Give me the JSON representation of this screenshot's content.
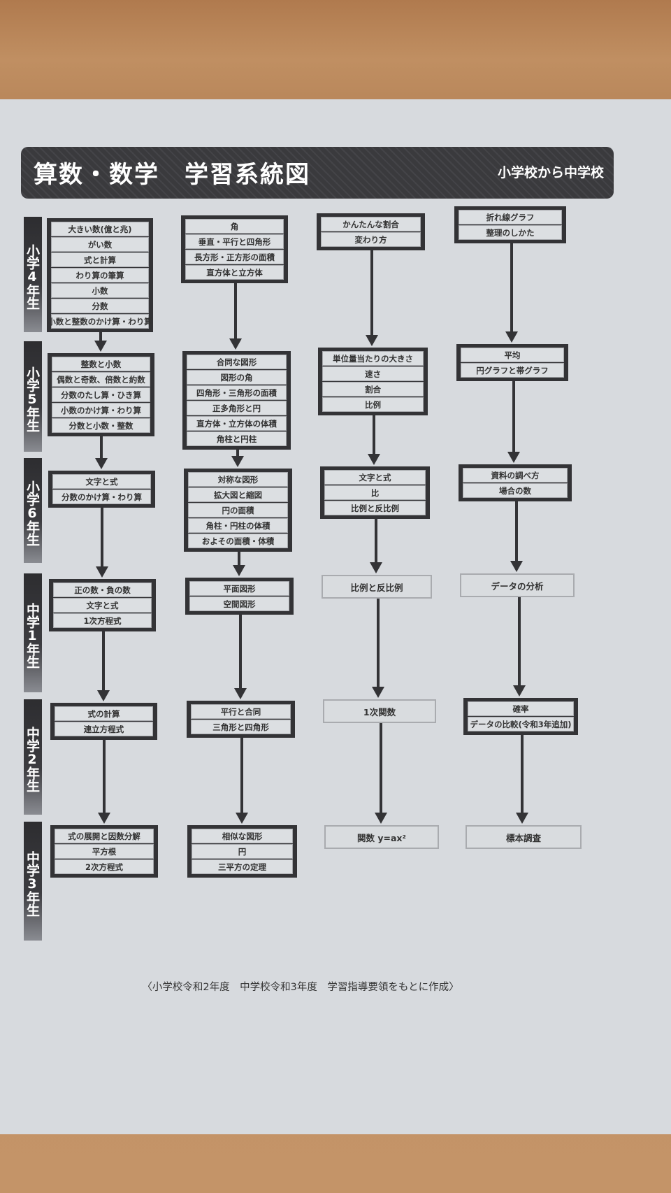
{
  "header": {
    "title": "算数・数学　学習系統図",
    "subtitle": "小学校から中学校"
  },
  "grades": [
    "小学4年生",
    "小学5年生",
    "小学6年生",
    "中学1年生",
    "中学2年生",
    "中学3年生"
  ],
  "rows": [
    {
      "cells": [
        {
          "style": "dark",
          "items": [
            "大きい数(億と兆)",
            "がい数",
            "式と計算",
            "わり算の筆算",
            "小数",
            "分数",
            "小数と整数のかけ算・わり算"
          ]
        },
        {
          "style": "dark",
          "items": [
            "角",
            "垂直・平行と四角形",
            "長方形・正方形の面積",
            "直方体と立方体"
          ]
        },
        {
          "style": "dark",
          "items": [
            "かんたんな割合",
            "変わり方"
          ]
        },
        {
          "style": "dark",
          "items": [
            "折れ線グラフ",
            "整理のしかた"
          ]
        }
      ]
    },
    {
      "cells": [
        {
          "style": "dark",
          "items": [
            "整数と小数",
            "偶数と奇数、倍数と約数",
            "分数のたし算・ひき算",
            "小数のかけ算・わり算",
            "分数と小数・整数"
          ]
        },
        {
          "style": "dark",
          "items": [
            "合同な図形",
            "図形の角",
            "四角形・三角形の面積",
            "正多角形と円",
            "直方体・立方体の体積",
            "角柱と円柱"
          ]
        },
        {
          "style": "dark",
          "items": [
            "単位量当たりの大きさ",
            "速さ",
            "割合",
            "比例"
          ]
        },
        {
          "style": "dark",
          "items": [
            "平均",
            "円グラフと帯グラフ"
          ]
        }
      ]
    },
    {
      "cells": [
        {
          "style": "dark",
          "items": [
            "文字と式",
            "分数のかけ算・わり算"
          ]
        },
        {
          "style": "dark",
          "items": [
            "対称な図形",
            "拡大図と縮図",
            "円の面積",
            "角柱・円柱の体積",
            "およその面積・体積"
          ]
        },
        {
          "style": "dark",
          "items": [
            "文字と式",
            "比",
            "比例と反比例"
          ]
        },
        {
          "style": "dark",
          "items": [
            "資料の調べ方",
            "場合の数"
          ]
        }
      ]
    },
    {
      "cells": [
        {
          "style": "dark",
          "items": [
            "正の数・負の数",
            "文字と式",
            "1次方程式"
          ]
        },
        {
          "style": "dark",
          "items": [
            "平面図形",
            "空間図形"
          ]
        },
        {
          "style": "light",
          "items": [
            "比例と反比例"
          ]
        },
        {
          "style": "light",
          "items": [
            "データの分析"
          ]
        }
      ]
    },
    {
      "cells": [
        {
          "style": "dark",
          "items": [
            "式の計算",
            "連立方程式"
          ]
        },
        {
          "style": "dark",
          "items": [
            "平行と合同",
            "三角形と四角形"
          ]
        },
        {
          "style": "light",
          "items": [
            "1次関数"
          ]
        },
        {
          "style": "dark",
          "items": [
            "確率",
            "データの比較(令和3年追加)"
          ]
        }
      ]
    },
    {
      "cells": [
        {
          "style": "dark",
          "items": [
            "式の展開と因数分解",
            "平方根",
            "2次方程式"
          ]
        },
        {
          "style": "dark",
          "items": [
            "相似な図形",
            "円",
            "三平方の定理"
          ]
        },
        {
          "style": "light",
          "items": [
            "関数 y=ax²"
          ]
        },
        {
          "style": "light",
          "items": [
            "標本調査"
          ]
        }
      ]
    }
  ],
  "footer": "〈小学校令和2年度　中学校令和3年度　学習指導要領をもとに作成〉"
}
